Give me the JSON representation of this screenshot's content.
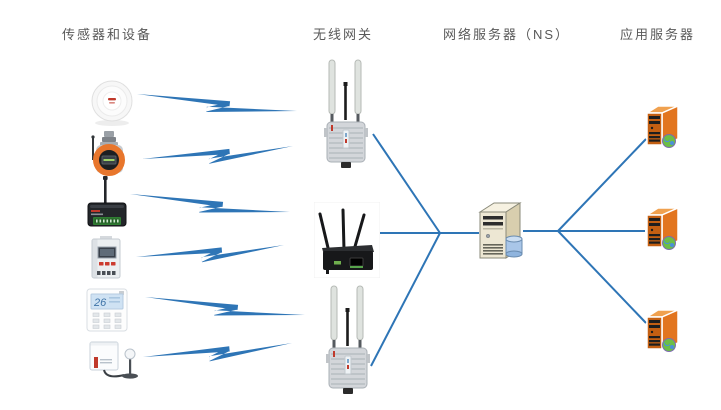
{
  "headings": {
    "sensors": "传感器和设备",
    "gateways": "无线网关",
    "network_server": "网络服务器（NS）",
    "app_servers": "应用服务器"
  },
  "colors": {
    "background": "#ffffff",
    "heading_text": "#595959",
    "connector_blue": "#2E75B6",
    "app_server_orange": "#E2751F",
    "ns_server_beige": "#EDE7D3",
    "gateway_silver": "#D3D6DA",
    "gas_detector_orange": "#E8762C"
  },
  "devices": [
    {
      "id": "device-1",
      "icon": "smoke-detector-icon"
    },
    {
      "id": "device-2",
      "icon": "gas-detector-icon"
    },
    {
      "id": "device-3",
      "icon": "rtu-datalogger-icon"
    },
    {
      "id": "device-4",
      "icon": "din-rail-meter-icon"
    },
    {
      "id": "device-5",
      "icon": "thermostat-icon",
      "display_value": "26"
    },
    {
      "id": "device-6",
      "icon": "wall-sensor-probe-icon"
    }
  ],
  "gateways": [
    {
      "id": "gateway-1",
      "icon": "outdoor-gateway-icon"
    },
    {
      "id": "gateway-2",
      "icon": "indoor-router-icon"
    },
    {
      "id": "gateway-3",
      "icon": "outdoor-gateway-icon"
    }
  ],
  "network_server": {
    "id": "network-server",
    "icon": "database-server-icon"
  },
  "app_servers": [
    {
      "id": "app-server-1",
      "icon": "app-server-globe-icon"
    },
    {
      "id": "app-server-2",
      "icon": "app-server-globe-icon"
    },
    {
      "id": "app-server-3",
      "icon": "app-server-globe-icon"
    }
  ],
  "edges": {
    "wireless": [
      {
        "from": "device-1",
        "to": "gateway-1",
        "style": "lightning-bolt"
      },
      {
        "from": "device-2",
        "to": "gateway-1",
        "style": "lightning-bolt"
      },
      {
        "from": "device-3",
        "to": "gateway-2",
        "style": "lightning-bolt"
      },
      {
        "from": "device-4",
        "to": "gateway-2",
        "style": "lightning-bolt"
      },
      {
        "from": "device-5",
        "to": "gateway-3",
        "style": "lightning-bolt"
      },
      {
        "from": "device-6",
        "to": "gateway-3",
        "style": "lightning-bolt"
      }
    ],
    "wired": [
      {
        "from": "gateway-1",
        "to": "network-server",
        "style": "line"
      },
      {
        "from": "gateway-2",
        "to": "network-server",
        "style": "line"
      },
      {
        "from": "gateway-3",
        "to": "network-server",
        "style": "line"
      },
      {
        "from": "network-server",
        "to": "app-server-1",
        "style": "line"
      },
      {
        "from": "network-server",
        "to": "app-server-2",
        "style": "line"
      },
      {
        "from": "network-server",
        "to": "app-server-3",
        "style": "line"
      }
    ]
  }
}
